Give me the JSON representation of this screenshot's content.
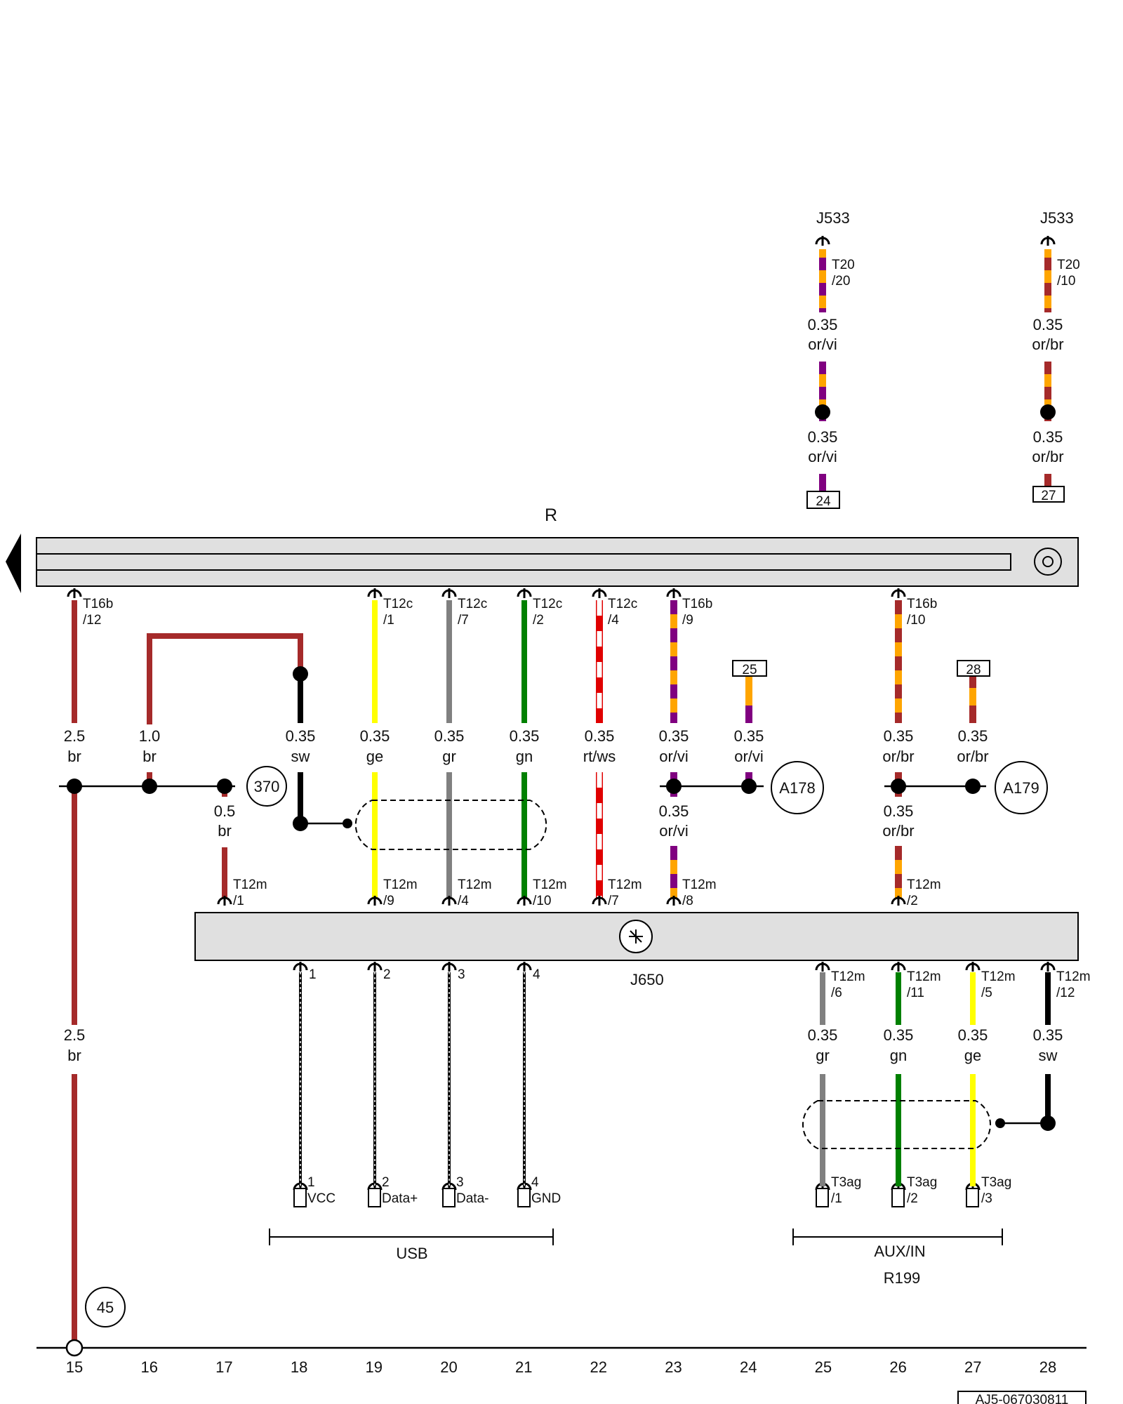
{
  "document_id": "AJ5-067030811",
  "components": {
    "radio": "R",
    "interface": "J650",
    "gateway_1": "J533",
    "gateway_2": "J533",
    "aux_socket": "R199"
  },
  "groups": {
    "usb": "USB",
    "aux": "AUX/IN"
  },
  "wire_colors": {
    "br": "#a52a2a",
    "sw": "#000000",
    "ge": "#ffff00",
    "gr": "#808080",
    "gn": "#008000",
    "rt": "#e00000",
    "ws": "#ffffff",
    "or": "#ffa500",
    "vi": "#800080"
  },
  "connectors": {
    "r_t16b_12": [
      "T16b",
      "/12"
    ],
    "r_t12c_1": [
      "T12c",
      "/1"
    ],
    "r_t12c_7": [
      "T12c",
      "/7"
    ],
    "r_t12c_2": [
      "T12c",
      "/2"
    ],
    "r_t12c_4": [
      "T12c",
      "/4"
    ],
    "r_t16b_9": [
      "T16b",
      "/9"
    ],
    "r_t16b_10": [
      "T16b",
      "/10"
    ],
    "j_t12m_1": [
      "T12m",
      "/1"
    ],
    "j_t12m_9": [
      "T12m",
      "/9"
    ],
    "j_t12m_4": [
      "T12m",
      "/4"
    ],
    "j_t12m_10": [
      "T12m",
      "/10"
    ],
    "j_t12m_7": [
      "T12m",
      "/7"
    ],
    "j_t12m_8": [
      "T12m",
      "/8"
    ],
    "j_t12m_2": [
      "T12m",
      "/2"
    ],
    "j_b1": "1",
    "j_b2": "2",
    "j_b3": "3",
    "j_b4": "4",
    "j_t12m_6": [
      "T12m",
      "/6"
    ],
    "j_t12m_11": [
      "T12m",
      "/11"
    ],
    "j_t12m_5": [
      "T12m",
      "/5"
    ],
    "j_t12m_12": [
      "T12m",
      "/12"
    ],
    "gw_t20_20": [
      "T20",
      "/20"
    ],
    "gw_t20_10": [
      "T20",
      "/10"
    ],
    "aux_t3ag_1": [
      "T3ag",
      "/1"
    ],
    "aux_t3ag_2": [
      "T3ag",
      "/2"
    ],
    "aux_t3ag_3": [
      "T3ag",
      "/3"
    ]
  },
  "usb_pins": [
    {
      "num": "1",
      "name": "VCC"
    },
    {
      "num": "2",
      "name": "Data+"
    },
    {
      "num": "3",
      "name": "Data-"
    },
    {
      "num": "4",
      "name": "GND"
    }
  ],
  "wire_labels": {
    "w15a": [
      "2.5",
      "br"
    ],
    "w16": [
      "1.0",
      "br"
    ],
    "w17": [
      "0.5",
      "br"
    ],
    "w18": [
      "0.35",
      "sw"
    ],
    "w19": [
      "0.35",
      "ge"
    ],
    "w20": [
      "0.35",
      "gr"
    ],
    "w21": [
      "0.35",
      "gn"
    ],
    "w22": [
      "0.35",
      "rt/ws"
    ],
    "w23a": [
      "0.35",
      "or/vi"
    ],
    "w23b": [
      "0.35",
      "or/vi"
    ],
    "w24": [
      "0.35",
      "or/vi"
    ],
    "w26a": [
      "0.35",
      "or/br"
    ],
    "w26b": [
      "0.35",
      "or/br"
    ],
    "w27": [
      "0.35",
      "or/br"
    ],
    "w15b": [
      "2.5",
      "br"
    ],
    "w25x": [
      "0.35",
      "gr"
    ],
    "w26x": [
      "0.35",
      "gn"
    ],
    "w27x": [
      "0.35",
      "ge"
    ],
    "w28x": [
      "0.35",
      "sw"
    ],
    "gw24a": [
      "0.35",
      "or/vi"
    ],
    "gw24b": [
      "0.35",
      "or/vi"
    ],
    "gw27a": [
      "0.35",
      "or/br"
    ],
    "gw27b": [
      "0.35",
      "or/br"
    ]
  },
  "references": {
    "c370": "370",
    "cA178": "A178",
    "cA179": "A179",
    "c45": "45",
    "b24": "24",
    "b27": "27",
    "b25": "25",
    "b28": "28"
  },
  "track_numbers": [
    "15",
    "16",
    "17",
    "18",
    "19",
    "20",
    "21",
    "22",
    "23",
    "24",
    "25",
    "26",
    "27",
    "28"
  ]
}
